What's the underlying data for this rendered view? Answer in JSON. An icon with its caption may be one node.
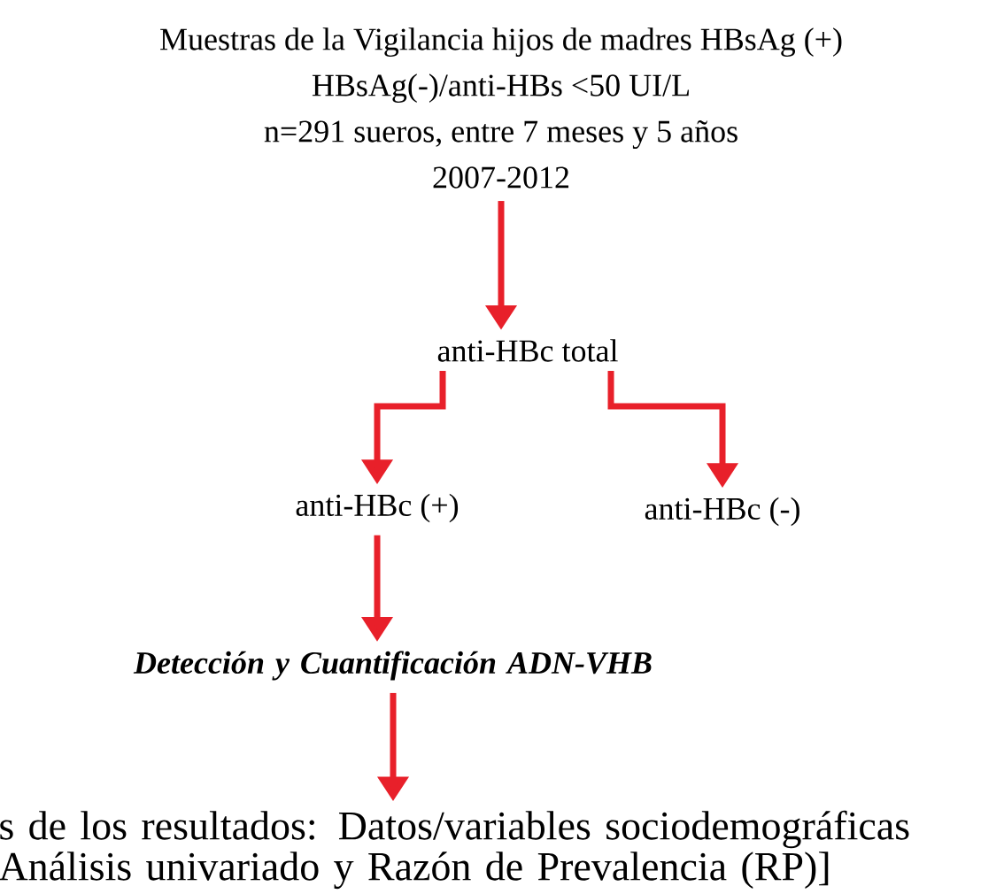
{
  "diagram": {
    "nodes": [
      {
        "text": [
          "Muestras de la Vigilancia hijos de madres HBsAg (+)",
          "HBsAg(-)/anti-HBs <50 UI/L",
          "n=291 sueros, entre 7 meses y 5 años",
          "2007-2012"
        ]
      },
      {
        "text": [
          "anti-HBc total"
        ]
      },
      {
        "text": [
          "anti-HBc (+)"
        ]
      },
      {
        "text": [
          "anti-HBc (-)"
        ]
      },
      {
        "text": [
          "Detección y Cuantificación ADN-VHB"
        ]
      },
      {
        "text": [
          "s de los resultados: Datos/variables sociodemográficas Análisis univariado y Razón de Prevalencia (RP)]"
        ]
      }
    ],
    "edges": [
      {
        "from": 0,
        "to": 1,
        "arrow": "to"
      },
      {
        "from": 1,
        "to": 2,
        "arrow": "to"
      },
      {
        "from": 1,
        "to": 3,
        "arrow": "to"
      },
      {
        "from": 2,
        "to": 4,
        "arrow": "to"
      },
      {
        "from": 4,
        "to": 5,
        "arrow": "to"
      }
    ]
  }
}
